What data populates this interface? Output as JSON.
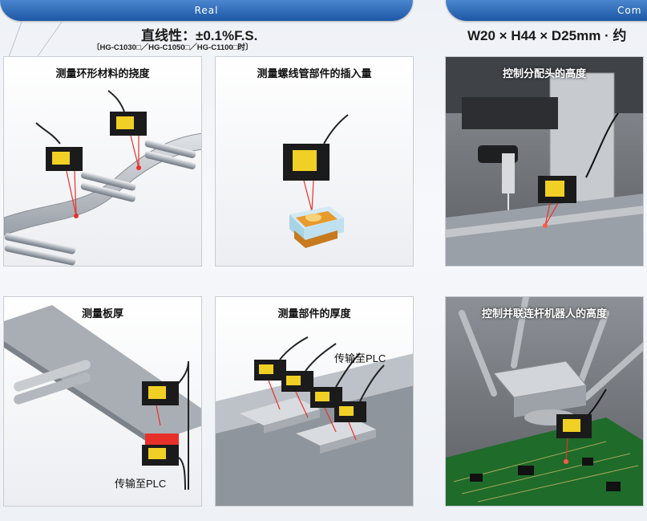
{
  "tabs": {
    "real": "Real",
    "compact": "Com"
  },
  "specs": {
    "linearity": "直线性：±0.1%F.S.",
    "models": "〔HG-C1030□／HG-C1050□／HG-C1100□时〕",
    "dimensions": "W20 × H44 × D25mm · 约"
  },
  "panels": [
    {
      "title": "测量环形材料的挠度"
    },
    {
      "title": "测量螺线管部件的插入量"
    },
    {
      "title": "控制分配头的高度"
    },
    {
      "title": "测量板厚",
      "note": "传输至PLC"
    },
    {
      "title": "测量部件的厚度",
      "note": "传输至PLC"
    },
    {
      "title": "控制并联连杆机器人的高度"
    }
  ],
  "colors": {
    "tab_blue": "#1d57a6",
    "laser": "#e8302a",
    "sensor_yellow": "#f0d024",
    "pcb_green": "#1f6b2a"
  }
}
